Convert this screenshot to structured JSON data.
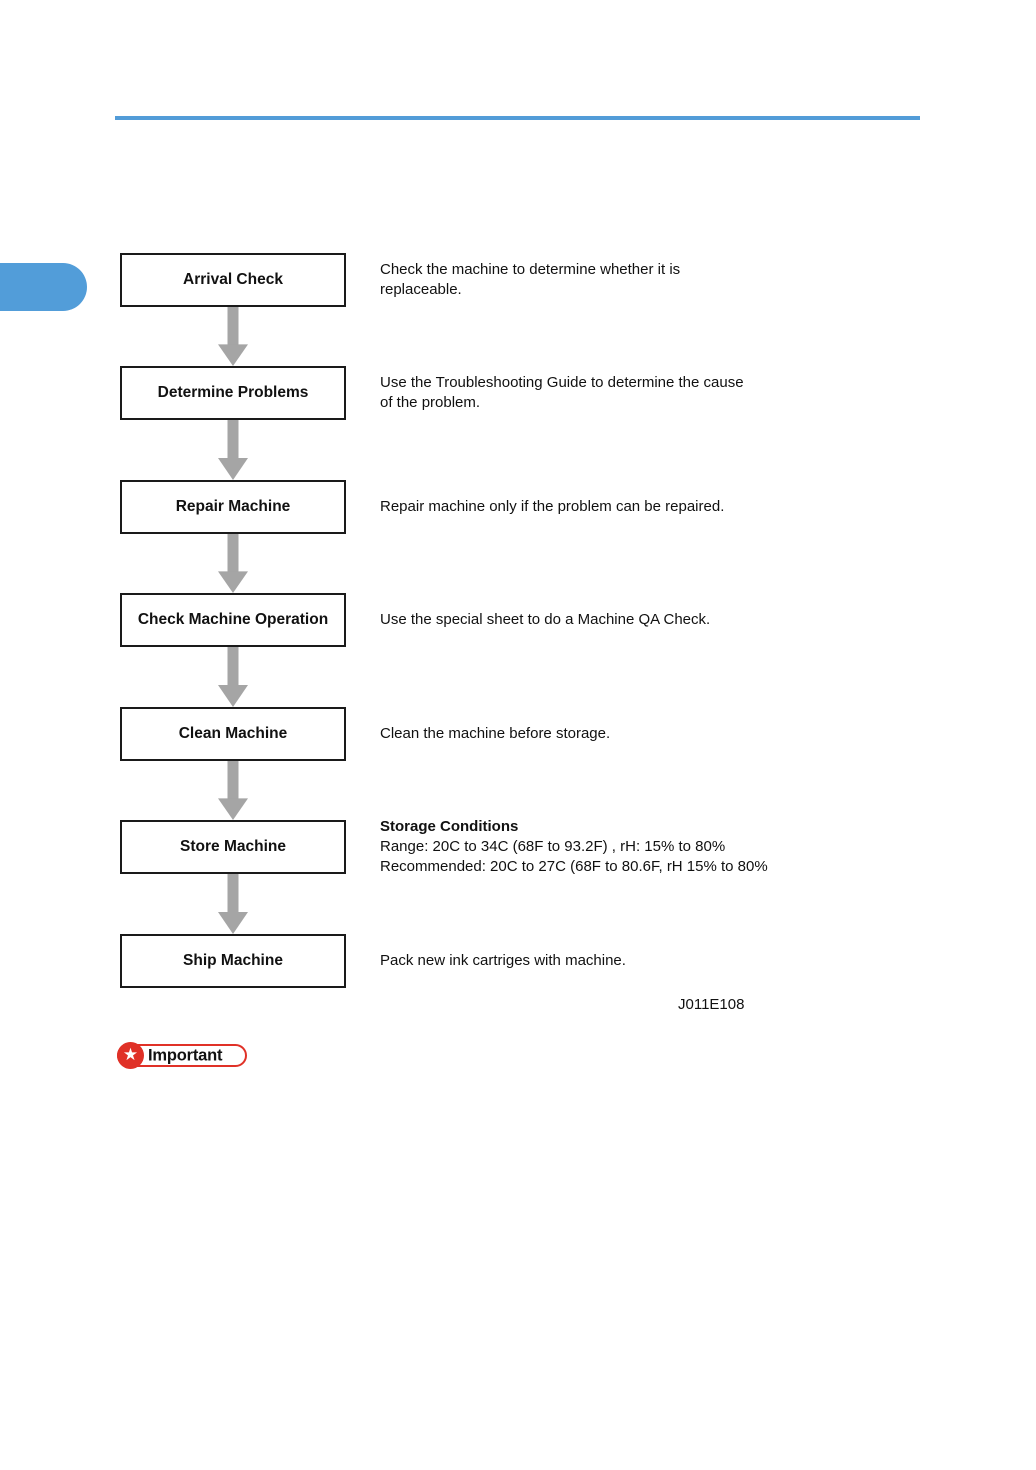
{
  "page": {
    "figure_code": "J011E108"
  },
  "colors": {
    "accent_blue": "#529cd8",
    "arrow_gray": "#a5a5a5",
    "badge_red": "#e03127",
    "box_border": "#1a1a1a"
  },
  "important_badge": {
    "label": "Important",
    "star_icon": "★"
  },
  "flowchart": {
    "steps": [
      {
        "label": "Arrival Check",
        "desc_lines": [
          "Check the machine to determine whether it is",
          "replaceable."
        ]
      },
      {
        "label": "Determine Problems",
        "desc_lines": [
          "Use the Troubleshooting Guide to determine the cause",
          "of the problem."
        ]
      },
      {
        "label": "Repair Machine",
        "desc_lines": [
          "Repair machine only if the problem can be repaired."
        ]
      },
      {
        "label": "Check Machine Operation",
        "desc_lines": [
          "Use the special sheet to do a Machine QA Check."
        ]
      },
      {
        "label": "Clean Machine",
        "desc_lines": [
          "Clean the machine before storage."
        ]
      },
      {
        "label": "Store Machine",
        "desc_heading": "Storage Conditions",
        "desc_lines": [
          "Range: 20C to 34C (68F to 93.2F) , rH: 15% to 80%",
          "Recommended: 20C to 27C (68F to 80.6F, rH 15% to 80%"
        ]
      },
      {
        "label": "Ship Machine",
        "desc_lines": [
          "Pack new ink cartriges with machine."
        ]
      }
    ]
  }
}
